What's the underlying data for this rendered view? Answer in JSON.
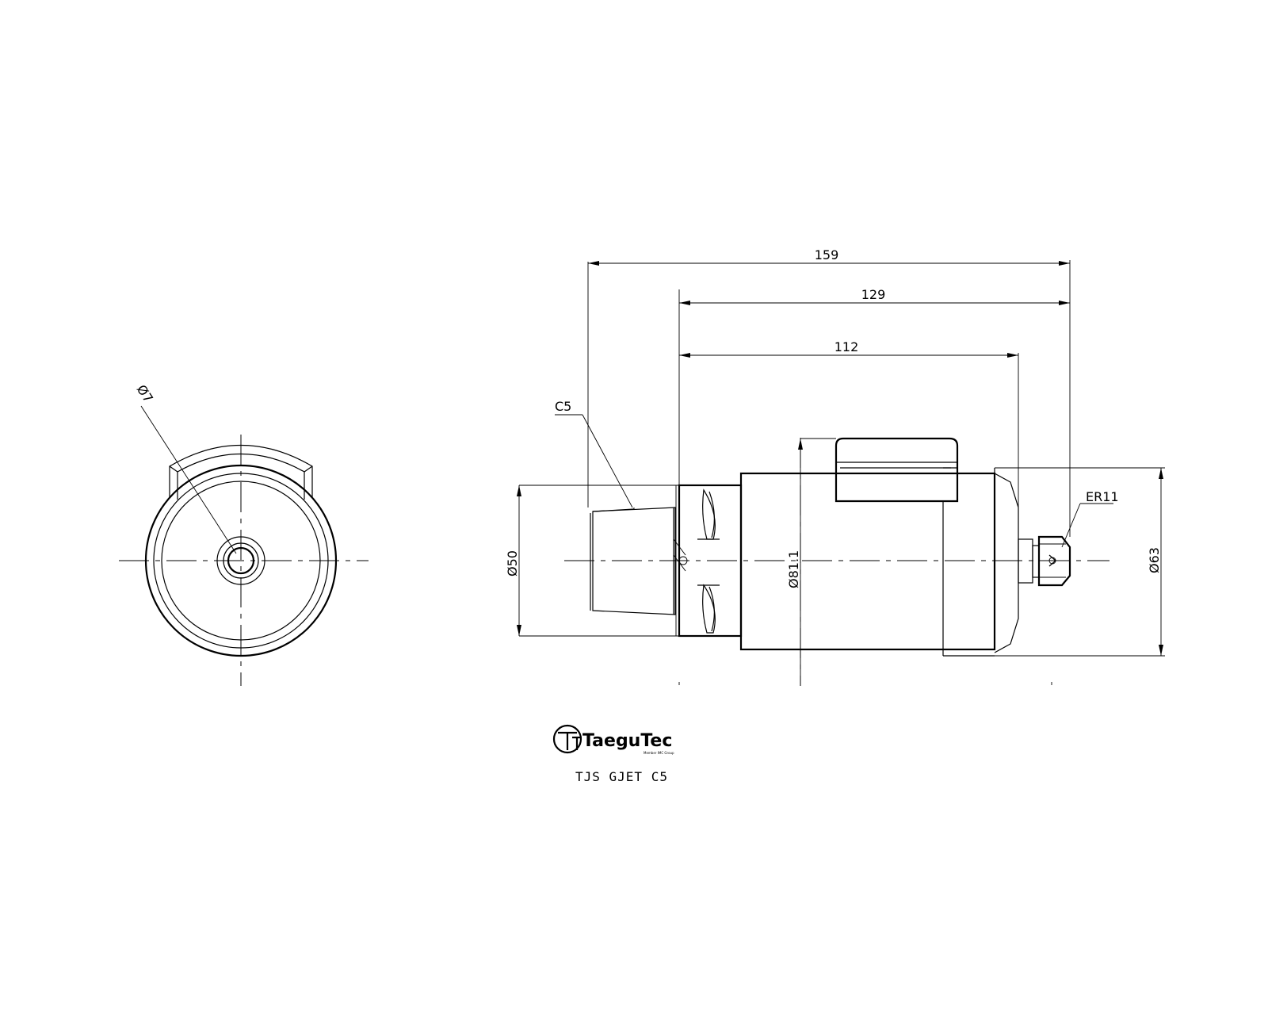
{
  "dimensions": {
    "overall_length": "159",
    "length_129": "129",
    "length_112": "112",
    "chamfer": "C5",
    "collet": "ER11",
    "shank_diameter": "Ø50",
    "body_diameter": "Ø81.1",
    "nose_diameter": "Ø63",
    "coolant_diameter": "Ø7"
  },
  "logo": {
    "brand": "TaeguTec",
    "tagline": "Member IMC Group"
  },
  "caption": "TJS GJET C5"
}
